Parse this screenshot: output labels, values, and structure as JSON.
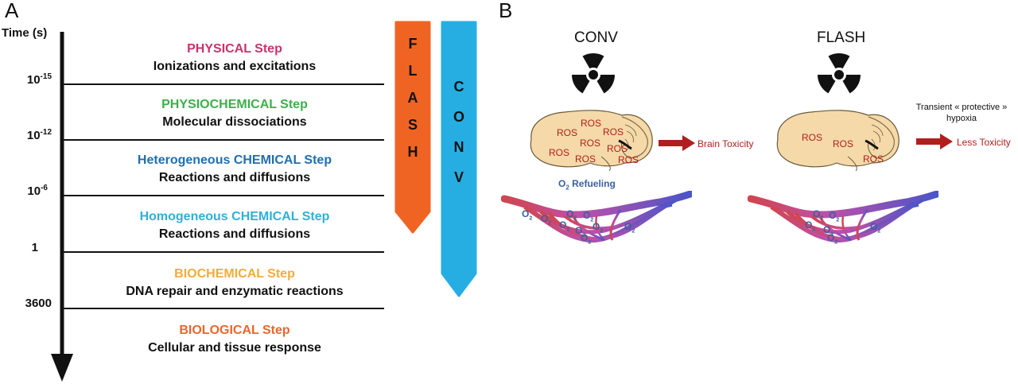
{
  "panel_a": {
    "label": "A",
    "axis_title": "Time (s)",
    "ticks": [
      {
        "base": "10",
        "exp": "-15"
      },
      {
        "base": "10",
        "exp": "-12"
      },
      {
        "base": "10",
        "exp": "-6"
      },
      {
        "base": "1",
        "exp": ""
      },
      {
        "base": "3600",
        "exp": ""
      }
    ],
    "steps": [
      {
        "title": "PHYSICAL Step",
        "desc": "Ionizations and excitations",
        "color": "#c8336e"
      },
      {
        "title": "PHYSIOCHEMICAL Step",
        "desc": "Molecular dissociations",
        "color": "#3cb04a"
      },
      {
        "title": "Heterogeneous CHEMICAL Step",
        "desc": "Reactions and diffusions",
        "color": "#1f6fb0"
      },
      {
        "title": "Homogeneous CHEMICAL Step",
        "desc": "Reactions and diffusions",
        "color": "#2fb0d8"
      },
      {
        "title": "BIOCHEMICAL Step",
        "desc": "DNA repair and enzymatic reactions",
        "color": "#f2ac3a"
      },
      {
        "title": "BIOLOGICAL Step",
        "desc": "Cellular and tissue response",
        "color": "#e8672e"
      }
    ],
    "flash_letters": [
      "F",
      "L",
      "A",
      "S",
      "H"
    ],
    "conv_letters": [
      "C",
      "O",
      "N",
      "V"
    ],
    "flash_color": "#f06423",
    "conv_color": "#26aee3"
  },
  "panel_b": {
    "label": "B",
    "conv_header": "CONV",
    "flash_header": "FLASH",
    "ros_label": "ROS",
    "brain_toxicity": "Brain Toxicity",
    "less_toxicity": "Less Toxicity",
    "transient_line1": "Transient « protective »",
    "transient_line2": "hypoxia",
    "o2_prefix": "O",
    "o2_sub": "2",
    "o2_suffix": " Refueling",
    "o2_mark": "O",
    "o2_mark_sub": "2",
    "brain_color": "#f5d9a8",
    "arrow_color": "#b01e1e"
  }
}
